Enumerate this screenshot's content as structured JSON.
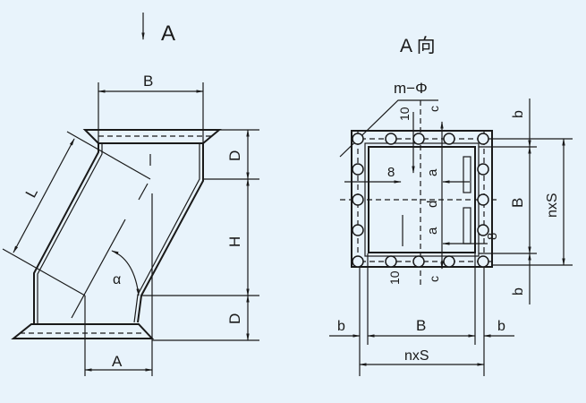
{
  "view_marker": {
    "label": "A"
  },
  "side_view": {
    "width_top": "B",
    "width_bottom": "A",
    "length": "L",
    "angle": "α",
    "height": "H",
    "flange_top": "D",
    "flange_bottom": "D"
  },
  "end_view": {
    "title": "A 向",
    "holes": "m−Φ",
    "top_offset": "10",
    "top_c": "c",
    "bottom_offset": "10",
    "bottom_c": "c",
    "a_upper": "a",
    "d_center": "d",
    "a_lower": "a",
    "eight_left": "8",
    "eight_right": "8",
    "right_b_top": "b",
    "right_B": "B",
    "right_nxS": "nxS",
    "right_b_bottom": "b",
    "bottom_b_left": "b",
    "bottom_B": "B",
    "bottom_b_right": "b",
    "bottom_nxS": "nxS"
  }
}
